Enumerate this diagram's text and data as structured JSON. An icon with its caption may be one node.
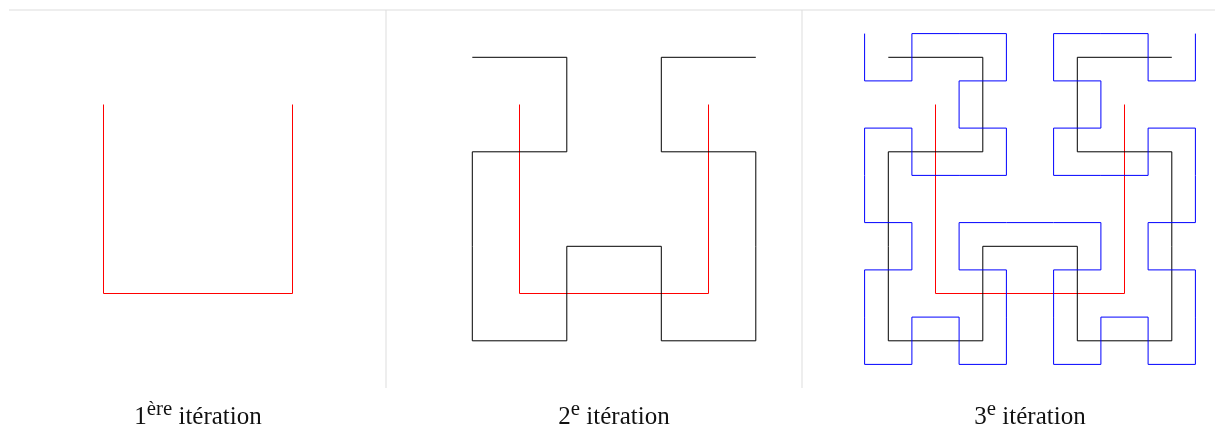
{
  "diagram": {
    "labels": [
      "1$^{ère}$ itération",
      "2$^{e}$ itération",
      "3$^{e}$ itération"
    ]
  }
}
